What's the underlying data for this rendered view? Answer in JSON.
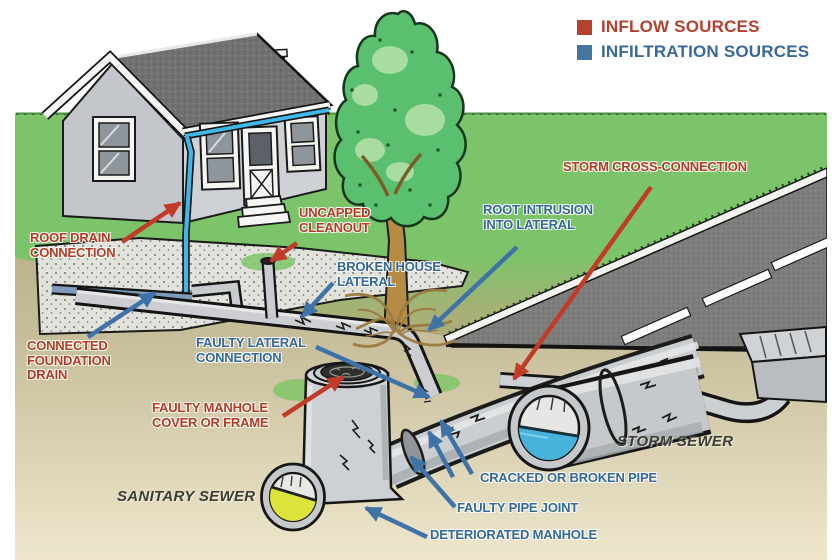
{
  "legend": {
    "inflow": {
      "label": "INFLOW SOURCES",
      "color": "#b5402e"
    },
    "infiltration": {
      "label": "INFILTRATION SOURCES",
      "color": "#39689e"
    }
  },
  "callouts": {
    "roof_drain": {
      "text": "ROOF DRAIN\nCONNECTION",
      "category": "inflow"
    },
    "connected_foundation_drain": {
      "text": "CONNECTED\nFOUNDATION\nDRAIN",
      "category": "inflow"
    },
    "uncapped_cleanout": {
      "text": "UNCAPPED\nCLEANOUT",
      "category": "inflow"
    },
    "storm_cross_connection": {
      "text": "STORM CROSS-CONNECTION",
      "category": "inflow"
    },
    "faulty_manhole": {
      "text": "FAULTY MANHOLE\nCOVER OR FRAME",
      "category": "inflow"
    },
    "broken_house_lateral": {
      "text": "BROKEN HOUSE\nLATERAL",
      "category": "infiltration"
    },
    "root_intrusion": {
      "text": "ROOT INTRUSION\nINTO LATERAL",
      "category": "infiltration"
    },
    "faulty_lateral_connection": {
      "text": "FAULTY LATERAL\nCONNECTION",
      "category": "infiltration"
    },
    "cracked_pipe": {
      "text": "CRACKED OR BROKEN PIPE",
      "category": "infiltration"
    },
    "faulty_pipe_joint": {
      "text": "FAULTY PIPE JOINT",
      "category": "infiltration"
    },
    "deteriorated_manhole": {
      "text": "DETERIORATED MANHOLE",
      "category": "infiltration"
    }
  },
  "features": {
    "sanitary_sewer": {
      "label": "SANITARY SEWER"
    },
    "storm_sewer": {
      "label": "STORM SEWER"
    }
  },
  "colors": {
    "inflow_red": "#b5402e",
    "infiltration_blue": "#39689e",
    "grass_green": "#7cc469",
    "soil_tan": "#b0a67b",
    "road_gray": "#7d7d7b",
    "pipe_gray": "#cbced0",
    "storm_water_blue": "#47b2da",
    "sanitary_water_yellow": "#dce33a",
    "downspout_cyan": "#3fb7e8"
  }
}
